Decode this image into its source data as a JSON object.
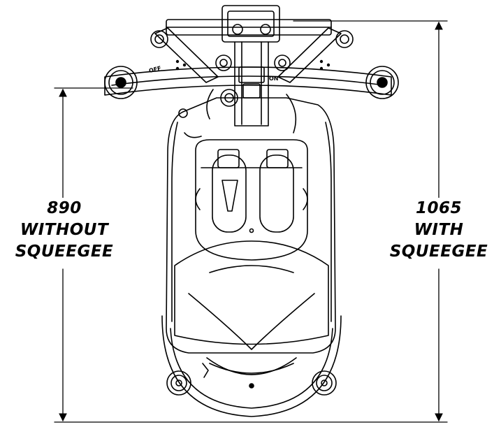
{
  "dimensions": {
    "left": {
      "value": "890",
      "line1": "WITHOUT",
      "line2": "SQUEEGEE"
    },
    "right": {
      "value": "1065",
      "line1": "WITH",
      "line2": "SQUEEGEE"
    }
  },
  "badges": {
    "left_knob": "OFF",
    "right_knob": "ON"
  },
  "colors": {
    "line": "#000000",
    "background": "#ffffff"
  }
}
